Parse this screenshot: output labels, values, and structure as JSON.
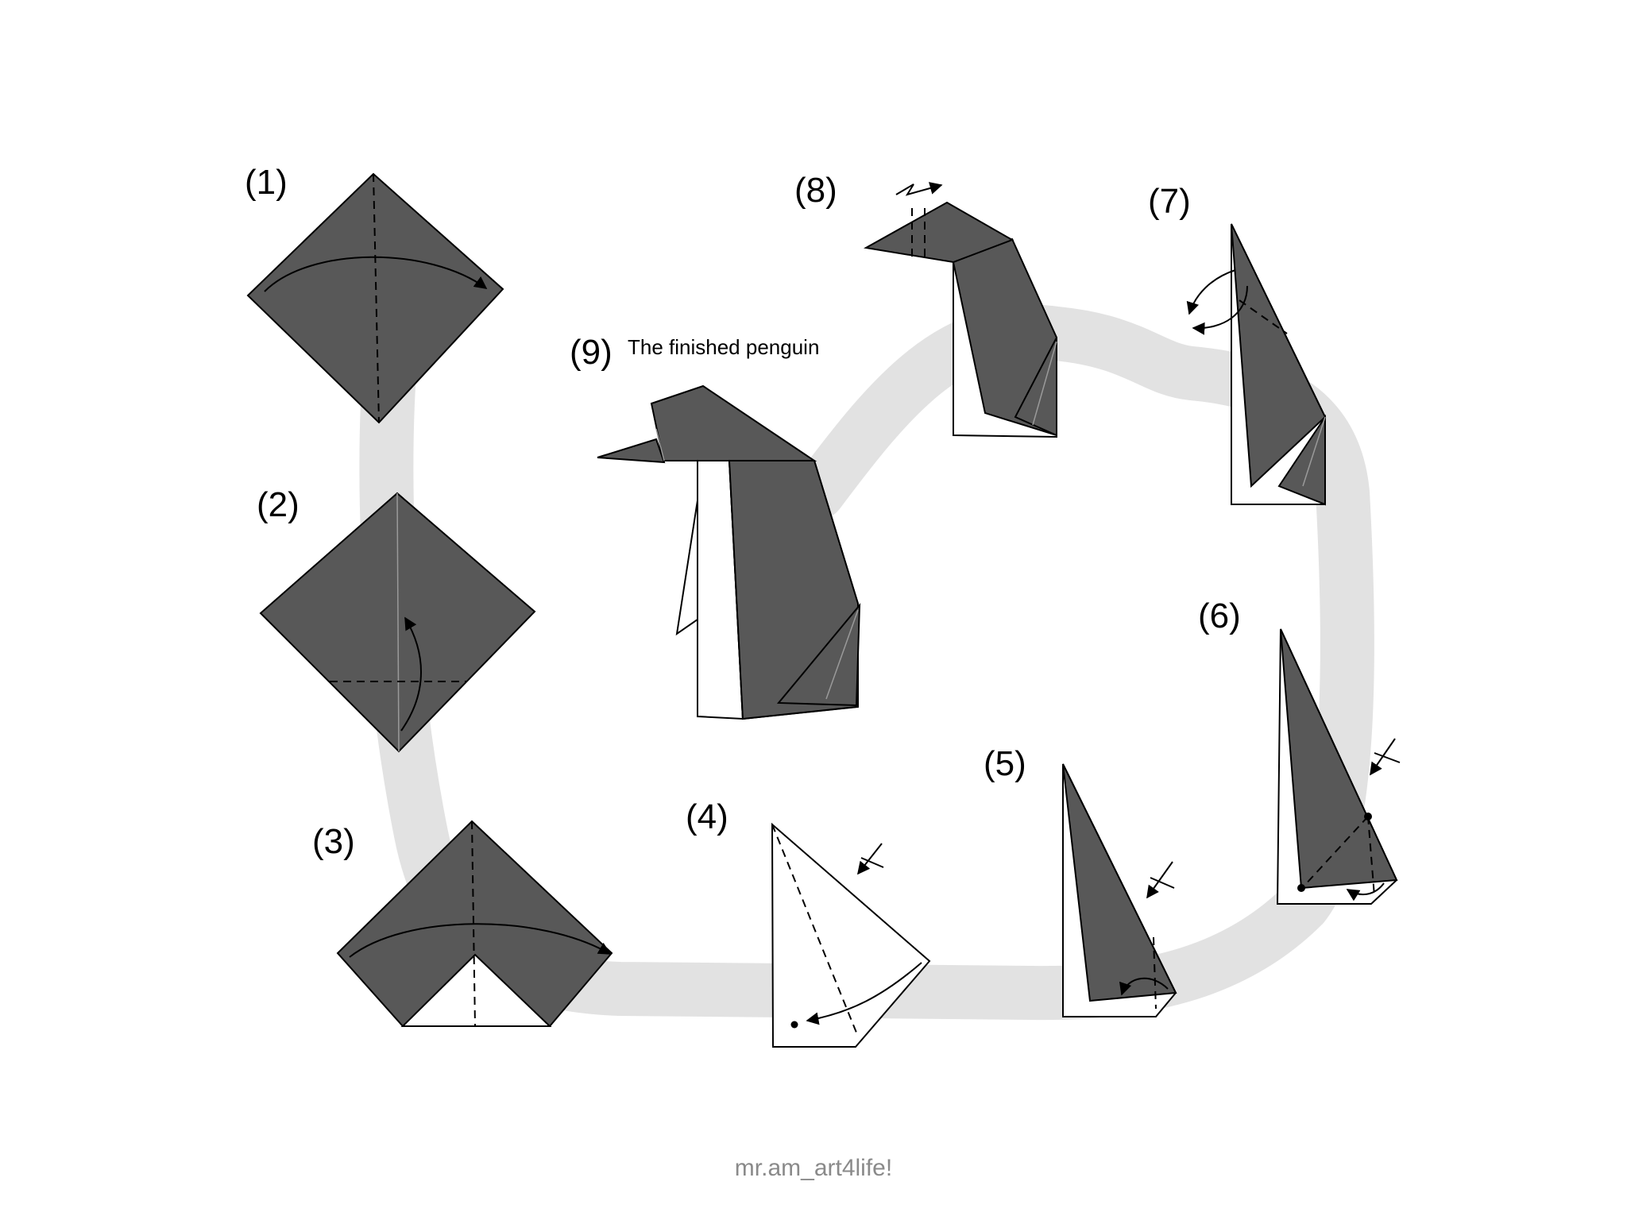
{
  "steps": [
    {
      "number": "(1)"
    },
    {
      "number": "(2)"
    },
    {
      "number": "(3)"
    },
    {
      "number": "(4)"
    },
    {
      "number": "(5)"
    },
    {
      "number": "(6)"
    },
    {
      "number": "(7)"
    },
    {
      "number": "(8)"
    },
    {
      "number": "(9)"
    }
  ],
  "finished_caption": "The finished penguin",
  "credit": "mr.am_art4life!",
  "colors": {
    "paper_dark": "#585858",
    "paper_white": "#ffffff",
    "path_band": "#e2e2e2",
    "credit_text": "#8a8a8a"
  }
}
